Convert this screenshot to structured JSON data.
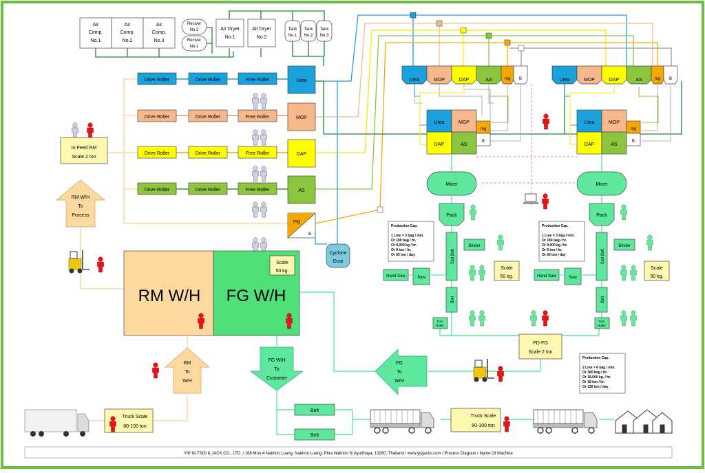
{
  "air_system": {
    "compressors": [
      {
        "line1": "Air",
        "line2": "Comp.",
        "line3": "No.1"
      },
      {
        "line1": "Air",
        "line2": "Comp.",
        "line3": "No.2"
      },
      {
        "line1": "Air",
        "line2": "Comp.",
        "line3": "No.3"
      }
    ],
    "receivers": [
      {
        "line1": "Reciver",
        "line2": "No.2"
      },
      {
        "line1": "Reciver",
        "line2": "No.1"
      }
    ],
    "dryers": [
      {
        "line1": "Air Dryer",
        "line2": "No.1"
      },
      {
        "line1": "Air Dryer",
        "line2": "No.2"
      }
    ],
    "tanks": [
      {
        "line1": "Tank",
        "line2": "No.1"
      },
      {
        "line1": "Tank",
        "line2": "No.2"
      },
      {
        "line1": "Tank",
        "line2": "No.3"
      }
    ]
  },
  "rollers": {
    "drive": "Drive Roller",
    "free": "Free Roller"
  },
  "materials": {
    "urea": "Urea",
    "mop": "MOP",
    "dap": "DAP",
    "as": "AS",
    "mg": "mg",
    "b": "B"
  },
  "infeed": {
    "line1": "In Feed RM",
    "line2": "Scale 2 ton"
  },
  "rm_to_process": {
    "line1": "RM W/H",
    "line2": "To",
    "line3": "Process"
  },
  "cyclone": {
    "line1": "Cyclone",
    "line2": "Dust"
  },
  "warehouse": {
    "rm": "RM W/H",
    "fg": "FG W/H",
    "scale_line1": "Scale",
    "scale_line2": "50 kg."
  },
  "mixer": "Mixer",
  "pack": "Pack",
  "slat_belt": "Slat Belt",
  "belt": "Belt",
  "binder": "Binder",
  "saw": "Saw",
  "hand_saw": "Hand Saw",
  "turn_roller": {
    "line1": "Turn",
    "line2": "Roller"
  },
  "scale50": {
    "line1": "Scale",
    "line2": "50 kg."
  },
  "production_cap_1": [
    "Production Cap.",
    "1 Line = 3 bag / min.",
    "Or 180 bag / hr.",
    "Or 9,000 kg / hr.",
    "Or 9 ton / hr.",
    "Or 63 ton / day"
  ],
  "production_cap_2": [
    "Production Cap.",
    "2 Line = 6 bag / min.",
    "Or 360 bag / hr.",
    "Or 18,000 kg. / hr.",
    "Or 18 ton / hr.",
    "Or 126 ton / day"
  ],
  "pdfg": {
    "line1": "PD-FG",
    "line2": "Scale 2 ton"
  },
  "fg_to_wh": {
    "line1": "FG",
    "line2": "To",
    "line3": "W/H"
  },
  "fg_to_customer": {
    "line1": "FG W/H",
    "line2": "To",
    "line3": "Customer"
  },
  "rm_to_wh": {
    "line1": "RM",
    "line2": "To",
    "line3": "W/H"
  },
  "truck_scale": {
    "line1": "Truck Scale",
    "line2": "80-100 ton"
  },
  "footer": "YIP IN TSOI & JACK CO., LTD. / 168 Moo 4 Nakhon Luang, Nakhon Luang, Phra Nakhon Si Ayutthaya, 13260, Thailand / www.yipjacks.com / Process Diagram / Name Of Machine",
  "colors": {
    "border": "#6ac044",
    "urea": "#1ba1dc",
    "mop": "#f7b98c",
    "dap": "#ffff00",
    "as": "#8cc63e",
    "mg": "#f6a800",
    "green": "#5de89d",
    "rm": "#fdd9a0",
    "fg": "#4fe07a",
    "person_red": "#e8141a",
    "person_gray": "#c8c8dc",
    "person_green": "#6fe59a"
  }
}
